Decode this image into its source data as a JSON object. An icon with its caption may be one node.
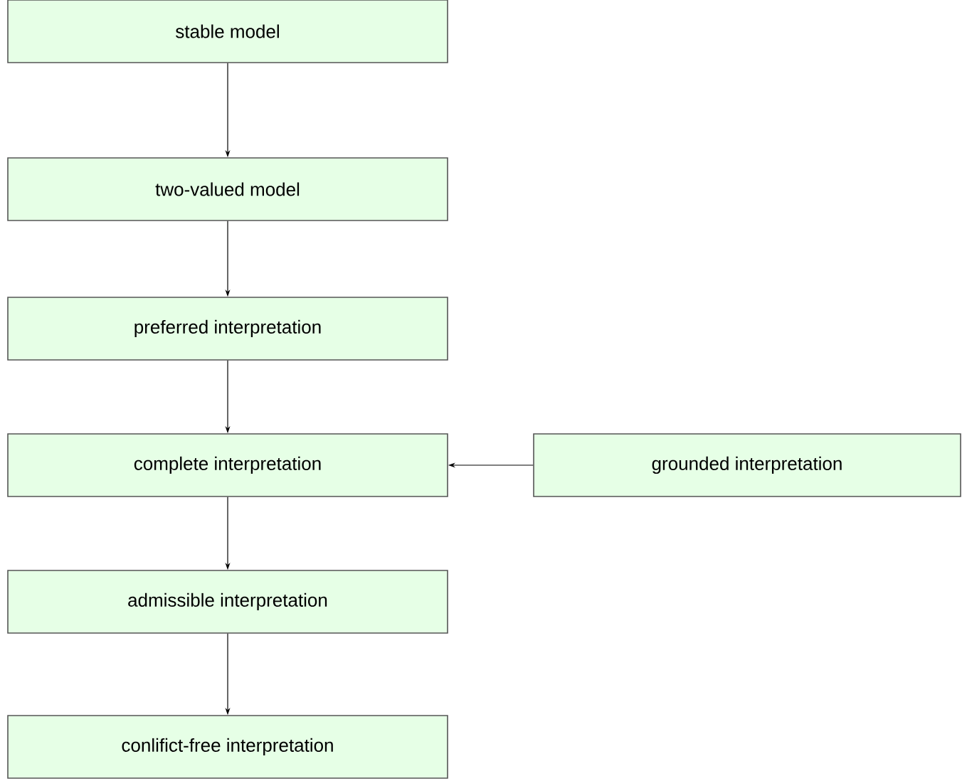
{
  "diagram": {
    "nodes": [
      {
        "text": [
          "stable model"
        ]
      },
      {
        "text": [
          "two-valued model"
        ]
      },
      {
        "text": [
          "preferred interpretation"
        ]
      },
      {
        "text": [
          "complete interpretation"
        ]
      },
      {
        "text": [
          "grounded interpretation"
        ]
      },
      {
        "text": [
          "admissible interpretation"
        ]
      },
      {
        "text": [
          "conlifict-free interpretation"
        ]
      }
    ],
    "edges": [
      {
        "from": 0,
        "to": 1,
        "arrow": "to"
      },
      {
        "from": 1,
        "to": 2,
        "arrow": "to"
      },
      {
        "from": 2,
        "to": 3,
        "arrow": "to"
      },
      {
        "from": 4,
        "to": 3,
        "arrow": "to"
      },
      {
        "from": 3,
        "to": 5,
        "arrow": "to"
      },
      {
        "from": 5,
        "to": 6,
        "arrow": "to"
      }
    ]
  }
}
